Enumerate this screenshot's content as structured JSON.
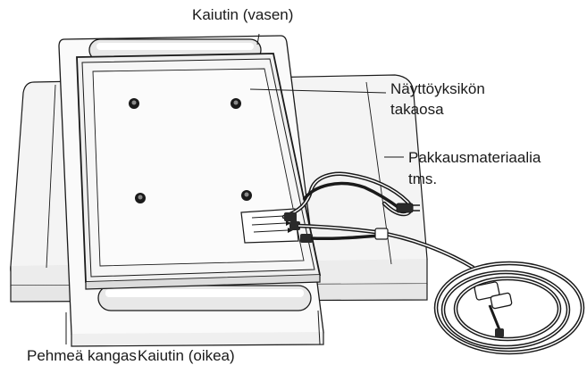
{
  "labels": {
    "speaker_left": "Kaiutin (vasen)",
    "display_back_line1": "Näyttöyksikön",
    "display_back_line2": "takaosa",
    "packing_line1": "Pakkausmateriaalia",
    "packing_line2": "tms.",
    "soft_cloth": "Pehmeä kangas",
    "speaker_right": "Kaiutin (oikea)"
  }
}
